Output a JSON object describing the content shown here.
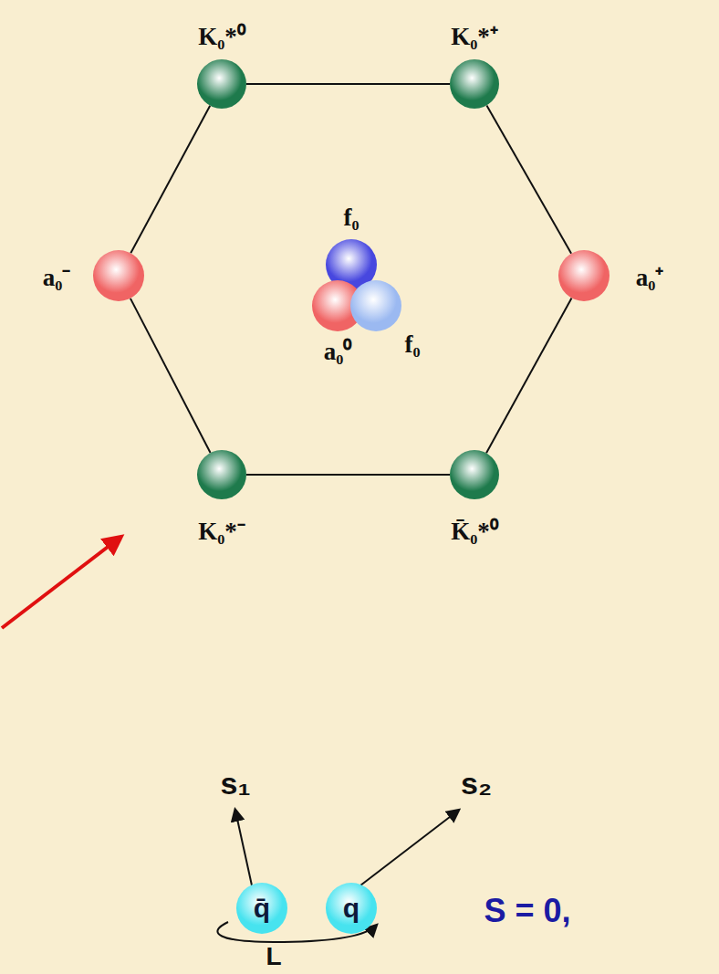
{
  "diagram": {
    "nodes": [
      {
        "text": [
          "K₀*⁰"
        ]
      },
      {
        "text": [
          "K₀*⁺"
        ]
      },
      {
        "text": [
          "f₀"
        ]
      },
      {
        "text": [
          "a₀⁻"
        ]
      },
      {
        "text": [
          "a₀⁰"
        ]
      },
      {
        "text": [
          "f₀"
        ]
      },
      {
        "text": [
          "a₀⁺"
        ]
      },
      {
        "text": [
          "K₀*⁻"
        ]
      },
      {
        "text": [
          "K̄₀*⁰"
        ]
      },
      {
        "text": [
          "q̄"
        ]
      },
      {
        "text": [
          "q"
        ]
      }
    ],
    "edges": [
      {
        "from": 0,
        "to": 1,
        "arrow": "none"
      },
      {
        "from": 1,
        "to": 6,
        "arrow": "none"
      },
      {
        "from": 6,
        "to": 8,
        "arrow": "none"
      },
      {
        "from": 8,
        "to": 7,
        "arrow": "none"
      },
      {
        "from": 7,
        "to": 3,
        "arrow": "none"
      },
      {
        "from": 3,
        "to": 0,
        "arrow": "none"
      }
    ],
    "labels": [
      "s₁",
      "s₂",
      "L",
      "S = 0,"
    ]
  }
}
